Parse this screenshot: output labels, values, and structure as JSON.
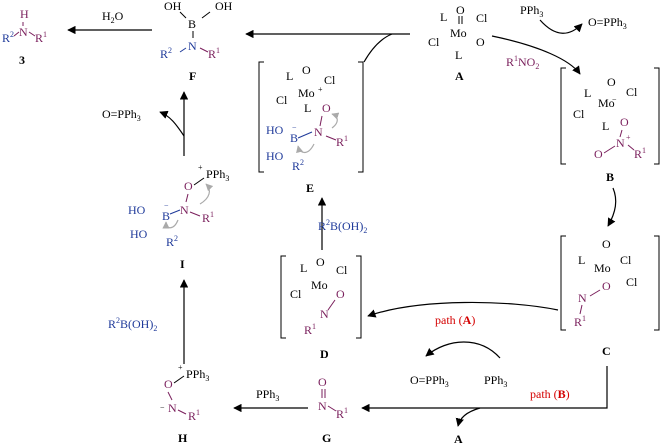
{
  "compounds": {
    "c3": {
      "label": "3",
      "h": "H",
      "n": "N",
      "r2": "R",
      "r2sup": "2",
      "r1": "R",
      "r1sup": "1"
    },
    "F": {
      "label": "F",
      "oh1": "OH",
      "b": "B",
      "oh2": "OH",
      "n": "N",
      "r2": "R",
      "r2sup": "2",
      "r1": "R",
      "r1sup": "1"
    },
    "A": {
      "label": "A",
      "l1": "L",
      "o1": "O",
      "mo": "Mo",
      "cl1": "Cl",
      "cl2": "Cl",
      "o2": "O",
      "l2": "L"
    },
    "B": {
      "label": "B",
      "o": "O",
      "l1": "L",
      "mo": "Mo",
      "minus": "−",
      "cl1": "Cl",
      "cl2": "Cl",
      "l2": "L",
      "o2": "O",
      "n": "N",
      "plus": "+",
      "o3": "O",
      "r1": "R",
      "r1sup": "1"
    },
    "C": {
      "label": "C",
      "o": "O",
      "l1": "L",
      "mo": "Mo",
      "cl1": "Cl",
      "cl2": "Cl",
      "o2": "O",
      "n": "N",
      "r1": "R",
      "r1sup": "1"
    },
    "D": {
      "label": "D",
      "l": "L",
      "o1": "O",
      "mo": "Mo",
      "cl1": "Cl",
      "cl2": "Cl",
      "o2": "O",
      "n": "N",
      "r1": "R",
      "r1sup": "1"
    },
    "E": {
      "label": "E",
      "l1": "L",
      "o": "O",
      "mo": "Mo",
      "plus": "+",
      "cl1": "Cl",
      "cl2": "Cl",
      "l2": "L",
      "o2": "O",
      "ho1": "HO",
      "b": "B",
      "minus": "−",
      "n": "N",
      "r1": "R",
      "r1sup": "1",
      "ho2": "HO",
      "r2": "R",
      "r2sup": "2"
    },
    "G": {
      "label": "G",
      "o": "O",
      "n": "N",
      "r1": "R",
      "r1sup": "1"
    },
    "H": {
      "label": "H",
      "o": "O",
      "p": "PPh",
      "psub": "3",
      "plus": "+",
      "n": "N",
      "minus": "−",
      "r1": "R",
      "r1sup": "1"
    },
    "I": {
      "label": "I",
      "o": "O",
      "p": "PPh",
      "psub": "3",
      "plus": "+",
      "ho1": "HO",
      "b": "B",
      "minus": "−",
      "n": "N",
      "r1": "R",
      "r1sup": "1",
      "ho2": "HO",
      "r2": "R",
      "r2sup": "2"
    },
    "A2": {
      "label": "A"
    }
  },
  "reagents": {
    "h2o": {
      "main": "H",
      "sub": "2",
      "tail": "O"
    },
    "pph3_top": {
      "main": "PPh",
      "sub": "3"
    },
    "opph3_top": {
      "main": "O=PPh",
      "sub": "3"
    },
    "r1no2": {
      "r": "R",
      "sup": "1",
      "main": "NO",
      "sub": "2"
    },
    "opph3_left": {
      "main": "O=PPh",
      "sub": "3"
    },
    "r2boh2_mid": {
      "r": "R",
      "sup": "2",
      "main": "B(OH)",
      "sub": "2"
    },
    "r2boh2_left": {
      "r": "R",
      "sup": "2",
      "main": "B(OH)",
      "sub": "2"
    },
    "opph3_bottom": {
      "main": "O=PPh",
      "sub": "3"
    },
    "pph3_bottom": {
      "main": "PPh",
      "sub": "3"
    },
    "pph3_gh": {
      "main": "PPh",
      "sub": "3"
    }
  },
  "paths": {
    "pathA": {
      "text": "path (",
      "key": "A",
      "close": ")"
    },
    "pathB": {
      "text": "path (",
      "key": "B",
      "close": ")"
    }
  },
  "colors": {
    "purple": "#7a1f5c",
    "blue": "#1f3a9a",
    "red": "#d40000",
    "arrow_grey": "#aaaaaa"
  }
}
